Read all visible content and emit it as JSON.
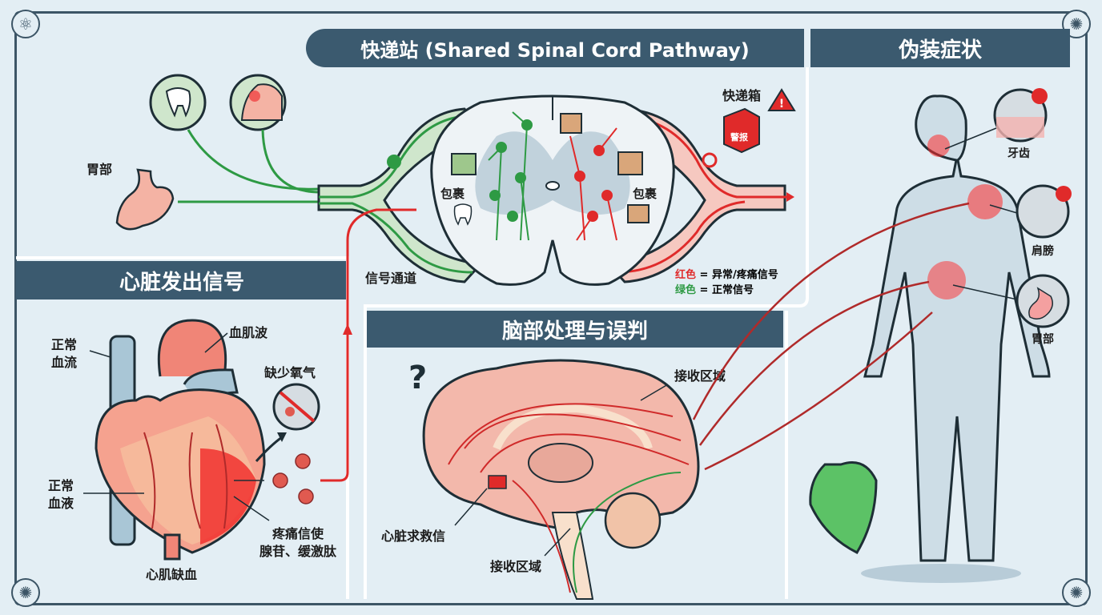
{
  "sections": {
    "spinal": {
      "title": "快递站 (Shared Spinal Cord Pathway)"
    },
    "symptoms": {
      "title": "伪装症状"
    },
    "heart": {
      "title": "心脏发出信号"
    },
    "brain": {
      "title": "脑部处理与误判"
    }
  },
  "spinal_labels": {
    "stomach": "胃部",
    "package_left": "包裹",
    "package_right": "包裹",
    "express_box": "快递箱",
    "alarm_box": "警报",
    "signal_channel": "信号通道"
  },
  "legend": [
    {
      "key": "红色",
      "sep": " = ",
      "value": "异常/疼痛信号",
      "color": "#e02a2a"
    },
    {
      "key": "绿色",
      "sep": " = ",
      "value": "正常信号",
      "color": "#2e9a44"
    }
  ],
  "heart_labels": {
    "normal_flow": [
      "正常",
      "血流"
    ],
    "normal_blood": [
      "正常",
      "血液"
    ],
    "myo_wave": "血肌波",
    "lack_oxygen": "缺少氧气",
    "pain_messenger": [
      "疼痛信使",
      "腺苷、缓激肽"
    ],
    "ischemia": "心肌缺血"
  },
  "brain_labels": {
    "question": "?",
    "receive_top": "接收区域",
    "heart_letter": "心脏求救信",
    "receive_bottom": "接收区域"
  },
  "symptom_labels": {
    "teeth": "牙齿",
    "shoulder": "肩膀",
    "stomach": "胃部"
  },
  "colors": {
    "banner": "#3b5a6f",
    "pain_red": "#e02a2a",
    "normal_green": "#2e9a44",
    "frame": "#3c5566"
  }
}
